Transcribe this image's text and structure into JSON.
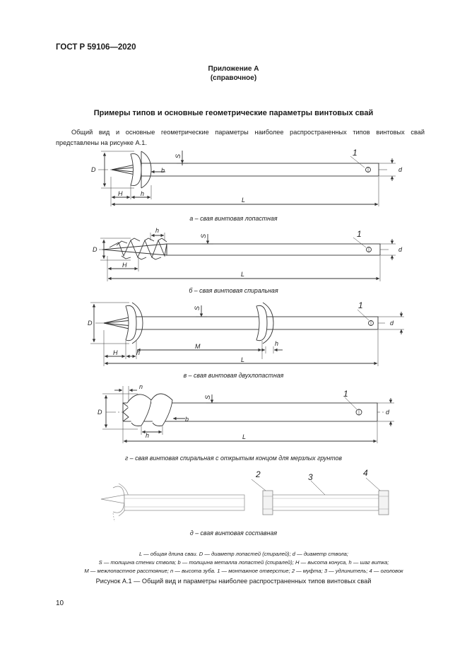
{
  "header": {
    "standard": "ГОСТ Р 59106—2020"
  },
  "appendix": {
    "title": "Приложение А",
    "subtitle": "(справочное)"
  },
  "section_title": "Примеры типов и основные геометрические параметры винтовых свай",
  "intro": "Общий вид и основные геометрические параметры наиболее распространенных типов винтовых свай представлены на рисунке А.1.",
  "captions": {
    "a": "а – свая винтовая лопастная",
    "b": "б – свая винтовая спиральная",
    "v": "в – свая винтовая двухлопастная",
    "g": "г – свая винтовая спиральная с открытым концом для мерзлых грунтов",
    "d": "д – свая винтовая составная"
  },
  "labels": {
    "D": "D",
    "d": "d",
    "L": "L",
    "H": "H",
    "h": "h",
    "S": "S",
    "b": "b",
    "M": "M",
    "n": "n",
    "one": "1",
    "two": "2",
    "three": "3",
    "four": "4"
  },
  "legend": {
    "line1": "L — общая длина сваи. D — диаметр лопастей (спиралей); d — диаметр ствола;",
    "line2": "S — толщина стенки ствола; b — толщина металла лопастей (спиралей); H — высота конуса, h — шаг витка;",
    "line3": "M — межлопастное расстояние; n — высота зуба. 1 — монтажное отверстие; 2 — муфта; 3 — удлинитель; 4 — оголовок"
  },
  "figure_caption": "Рисунок А.1 — Общий вид и параметры наиболее распространенных типов винтовых свай",
  "page_number": "10"
}
